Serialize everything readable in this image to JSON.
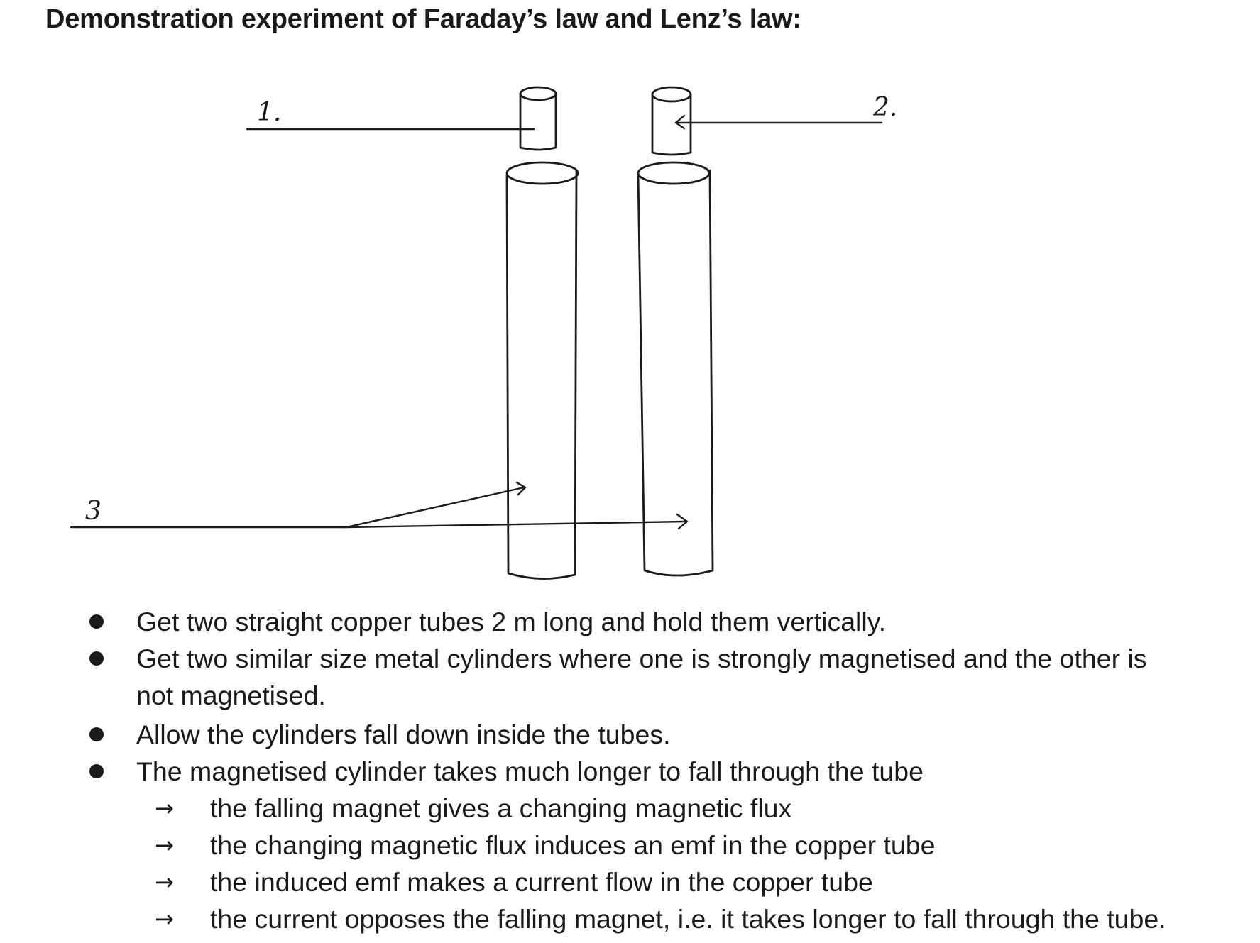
{
  "title": "Demonstration experiment of Faraday’s law and Lenz’s law:",
  "diagram": {
    "labels": {
      "label_1": "1.",
      "label_2": "2.",
      "label_3": "3"
    }
  },
  "bullets": [
    {
      "lines": [
        "Get two straight copper tubes 2 m long and hold them vertically."
      ]
    },
    {
      "lines": [
        "Get two similar size metal cylinders where one is strongly magnetised and the other is",
        "not magnetised."
      ]
    },
    {
      "lines": [
        "Allow the cylinders fall down inside the tubes."
      ]
    },
    {
      "lines": [
        "The magnetised cylinder takes much longer to fall through the tube"
      ]
    }
  ],
  "sub_arrow_symbol": "→",
  "sub_points": [
    "the falling magnet gives a changing magnetic flux",
    "the changing magnetic flux induces an emf in the copper tube",
    "the induced emf makes a current flow in the copper tube",
    "the current opposes the falling magnet, i.e. it takes longer to fall through the tube."
  ]
}
